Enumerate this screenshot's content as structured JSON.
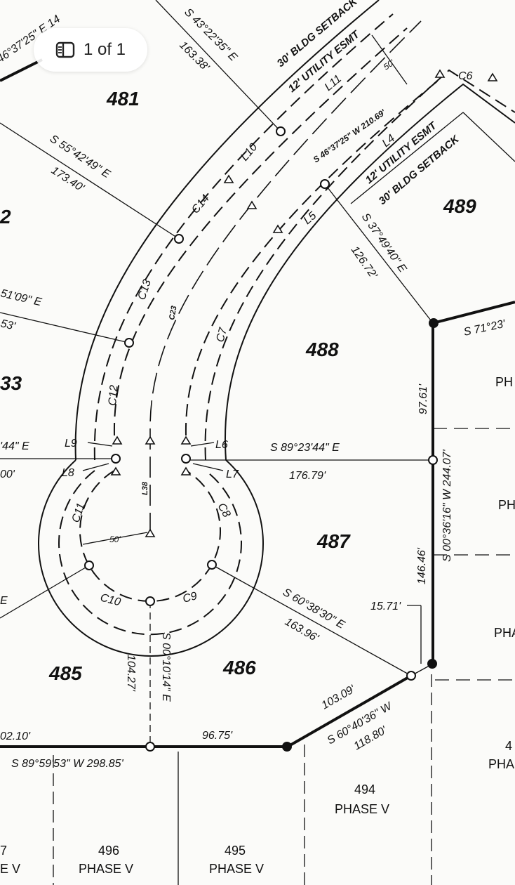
{
  "viewer": {
    "page_counter": "1 of 1",
    "page_icon": "pages-icon"
  },
  "lots": {
    "l481": "481",
    "l482": "2",
    "l483": "33",
    "l485": "485",
    "l486": "486",
    "l487": "487",
    "l488": "488",
    "l489": "489",
    "l494": "494",
    "l495": "495",
    "l496": "496",
    "l497": "7",
    "l4": "4"
  },
  "phase": {
    "p494": "PHASE V",
    "p495": "PHASE V",
    "p496": "PHASE V",
    "p497": "E V",
    "r1": "PH",
    "r2": "PH",
    "r3": "PHA",
    "r4": "PHA"
  },
  "bearings": {
    "b1": "S 43°22'35\" E",
    "b1d": "163.38'",
    "b2": "46°37'25\" E 14",
    "b3": "S 55°42'49\" E",
    "b3d": "173.40'",
    "b4": "51'09\" E",
    "b4d": "53'",
    "b5": "'44\" E",
    "b5d": "00'",
    "b6": "S 89°23'44\" E",
    "b6d": "176.79'",
    "b7": "S 46°37'25\" W  210.69'",
    "b8": "S 37°49'40\" E",
    "b8d": "126.72'",
    "b9": "S 71°23'",
    "b10": "97.61'",
    "b11": "S 00°36'16\" W 244.07'",
    "b12": "146.46'",
    "b13": "15.71'",
    "b14": "S 60°38'30\" E",
    "b14d": "163.96'",
    "b15": "S 00°10'14\" E",
    "b15d": "104.27'",
    "b16": "103.09'",
    "b17": "S 60°40'36\" W",
    "b17d": "118.80'",
    "b18": "96.75'",
    "b19": "S 89°59'53\" W  298.85'",
    "b20": "02.10'",
    "b21": "E",
    "b22": "50'",
    "b23": "50'"
  },
  "notes": {
    "n1": "30' BLDG SETBACK",
    "n2": "12' UTILITY ESMT",
    "n3": "12' UTILITY ESMT",
    "n4": "30' BLDG SETBACK"
  },
  "curves": {
    "c6": "C6",
    "c7": "C7",
    "c8": "C8",
    "c9": "C9",
    "c10": "C10",
    "c11": "C11",
    "c12": "C12",
    "c13": "C13",
    "c14": "C14",
    "c23": "C23",
    "l4": "L4",
    "l5": "L5",
    "l6": "L6",
    "l7": "L7",
    "l8": "L8",
    "l9": "L9",
    "l10": "L10",
    "l11": "L11",
    "l38": "L38"
  }
}
